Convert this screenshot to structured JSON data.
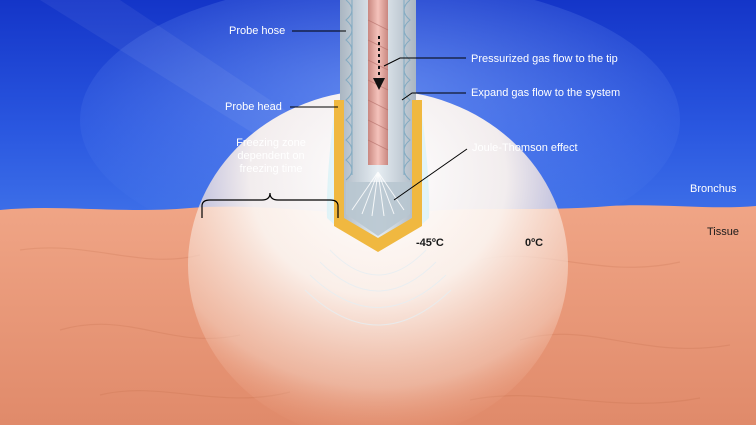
{
  "labels": {
    "probe_hose": "Probe hose",
    "probe_head": "Probe head",
    "freezing_zone": [
      "Freezing zone",
      "dependent on",
      "freezing time"
    ],
    "pressurized_gas": "Pressurized gas flow to the tip",
    "expand_gas": "Expand gas flow to the system",
    "joule_thomson": "Joule-Thomson effect",
    "bronchus": "Bronchus",
    "tissue": "Tissue",
    "temp_tip": "-45ºC",
    "temp_edge": "0ºC"
  },
  "colors": {
    "bronchus_blue": "#1e3fd6",
    "tissue_salmon": "#e8997a",
    "ice_white": "#ffffff",
    "probe_gold": "#f0b840",
    "probe_body": "#c9d3db",
    "gas_tube": "#e7a7a0",
    "leader_line": "#000000"
  },
  "icons": {
    "gas_arrow": "dotted-down-arrow-icon",
    "freezing_zone_brace": "curly-brace-icon"
  }
}
